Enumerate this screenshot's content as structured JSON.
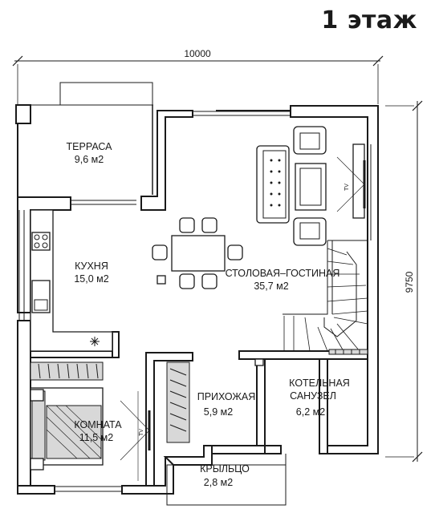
{
  "title": "1 этаж",
  "dimensions": {
    "width": "10000",
    "height": "9750"
  },
  "rooms": {
    "terrace": {
      "name": "ТЕРРАСА",
      "area": "9,6  м2"
    },
    "kitchen": {
      "name": "КУХНЯ",
      "area": "15,0  м2"
    },
    "living": {
      "name": "СТОЛОВАЯ–ГОСТИНАЯ",
      "area": "35,7  м2"
    },
    "boiler": {
      "name1": "КОТЕЛЬНАЯ",
      "name2": "САНУЗЕЛ",
      "area": "6,2  м2"
    },
    "hall": {
      "name": "ПРИХОЖАЯ",
      "area": "5,9  м2"
    },
    "bedroom": {
      "name": "КОМНАТА",
      "area": "11,5  м2"
    },
    "porch": {
      "name": "КРЫЛЬЦО",
      "area": "2,8  м2"
    }
  },
  "tv_label": "TV"
}
